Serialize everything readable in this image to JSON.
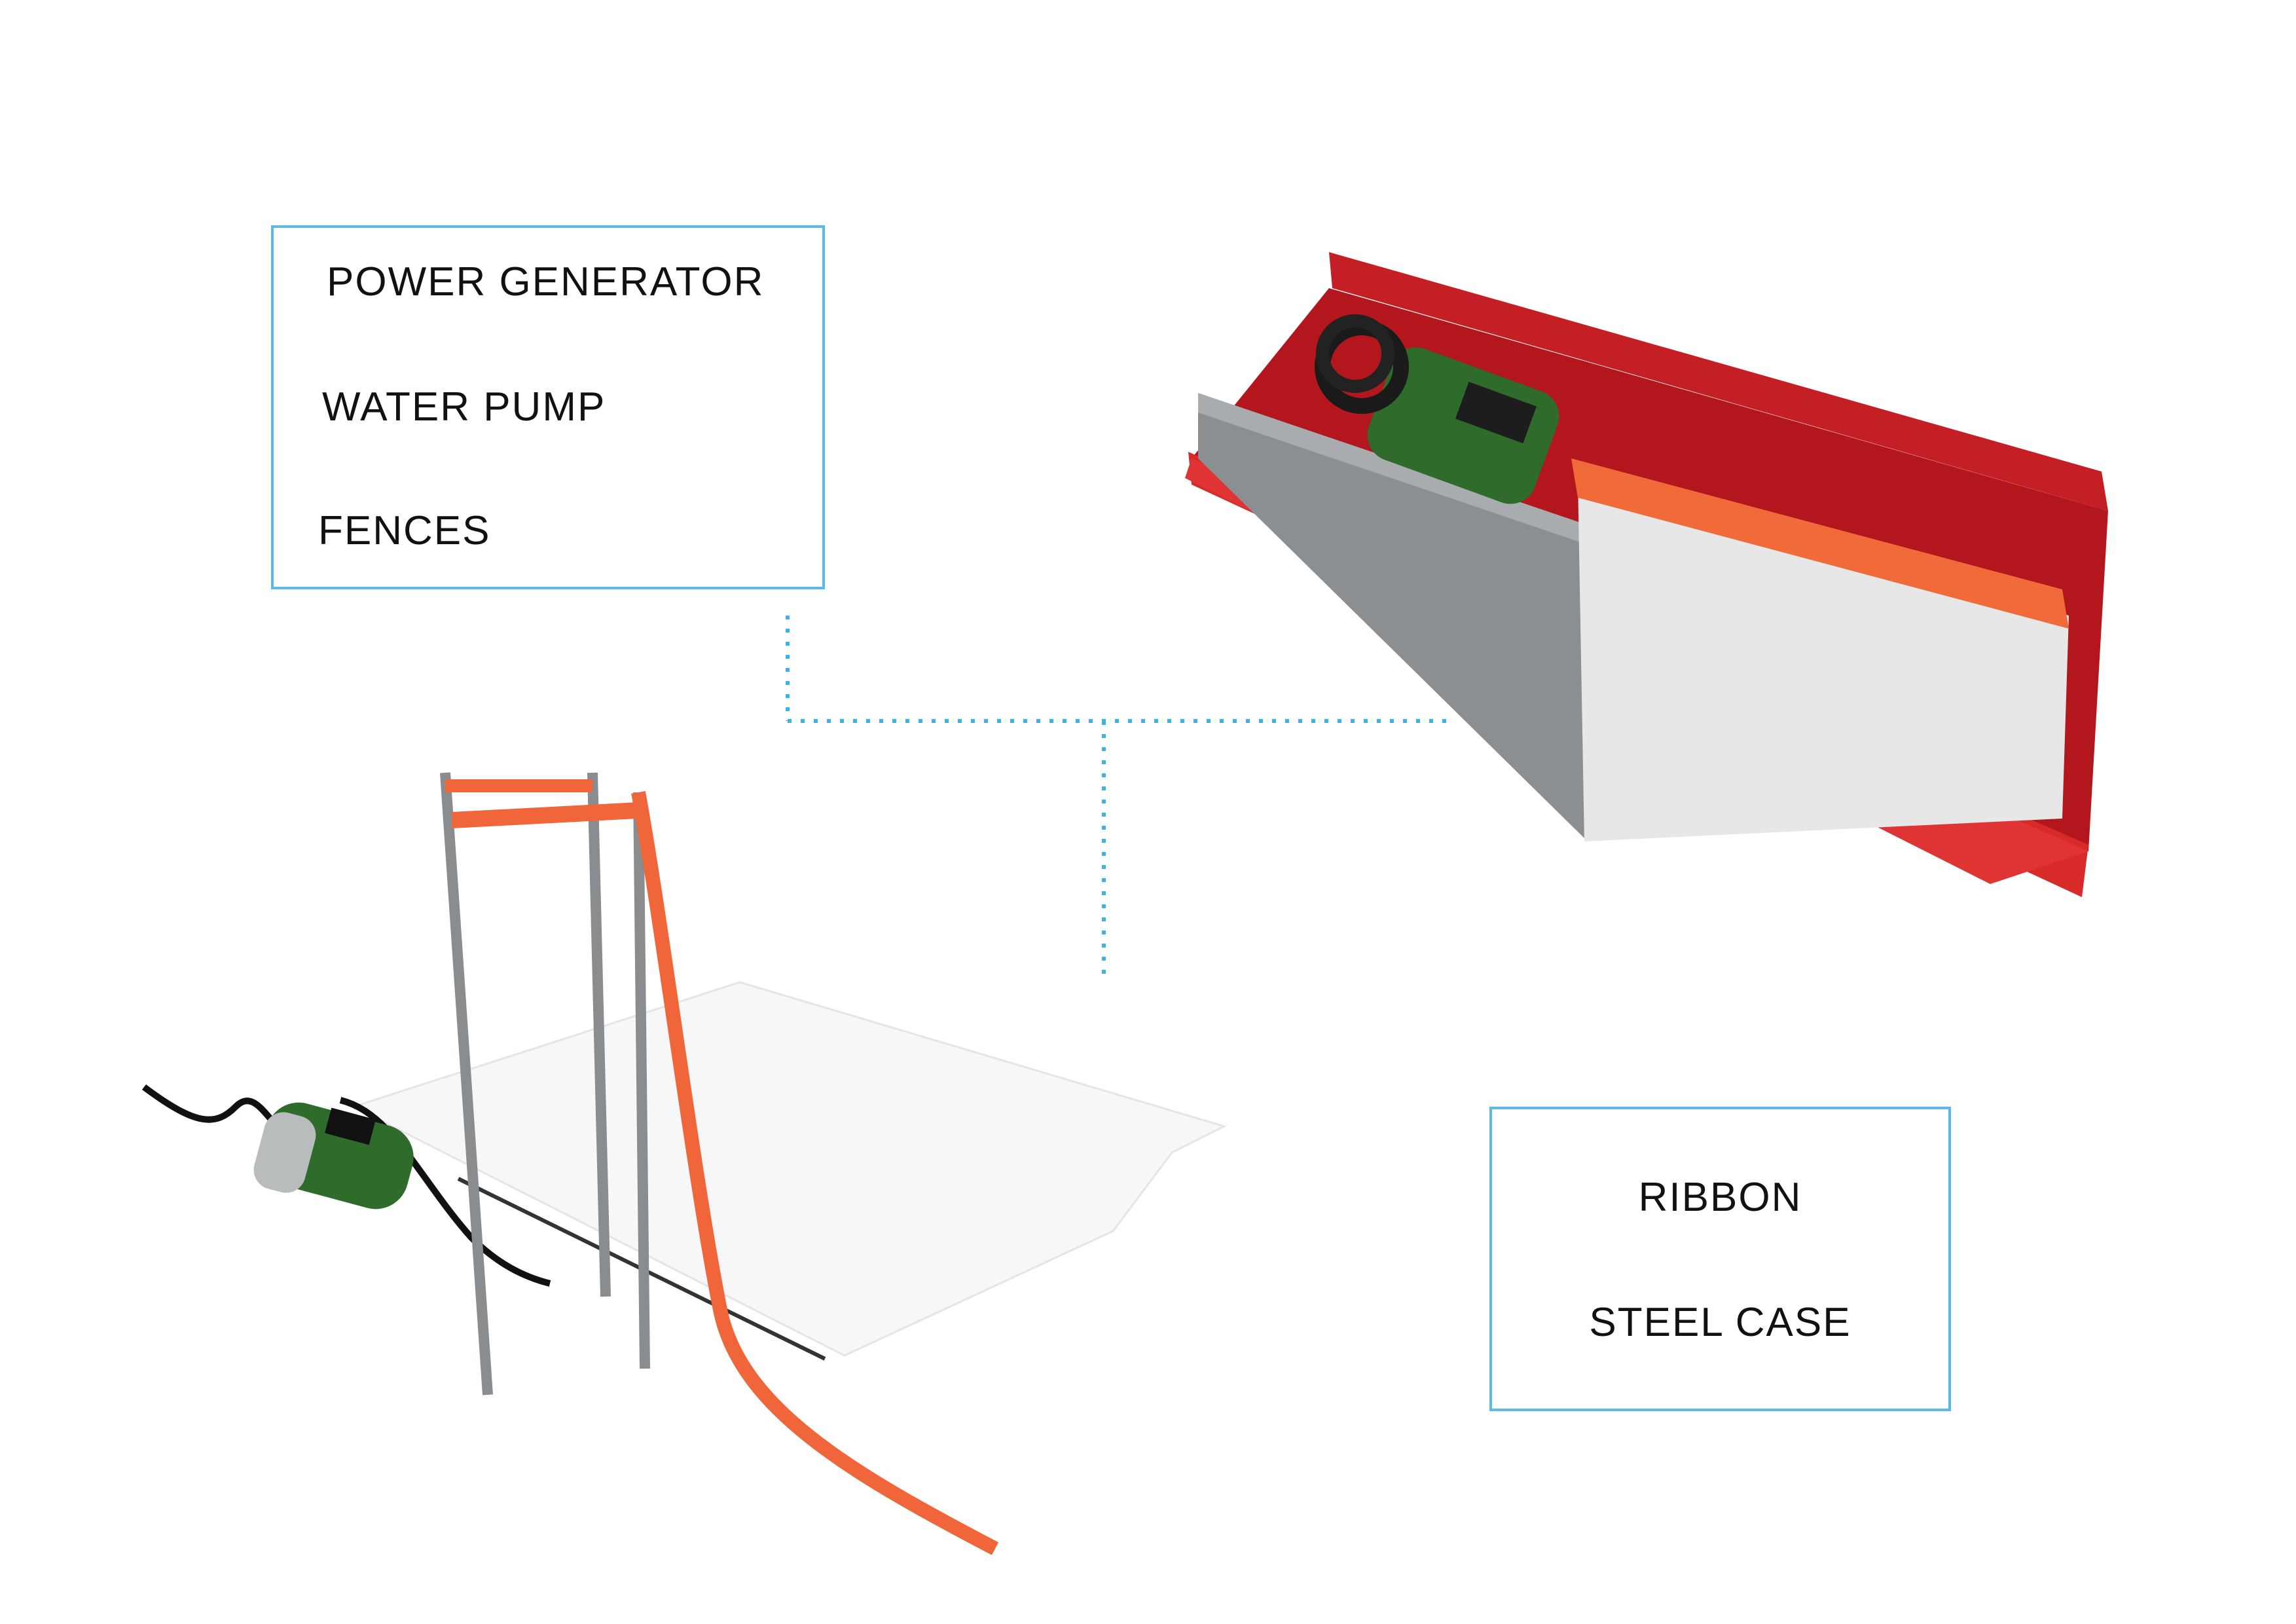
{
  "labels_left": [
    "POWER GENERATOR",
    "WATER PUMP",
    "FENCES"
  ],
  "labels_right": [
    "RIBBON",
    "STEEL CASE"
  ],
  "colors": {
    "box_border": "#5bbbe6",
    "case_red": "#d42a2a",
    "ribbon_orange": "#f0663a",
    "pump_green": "#2f6b2a",
    "post_gray": "#8a8d90"
  }
}
